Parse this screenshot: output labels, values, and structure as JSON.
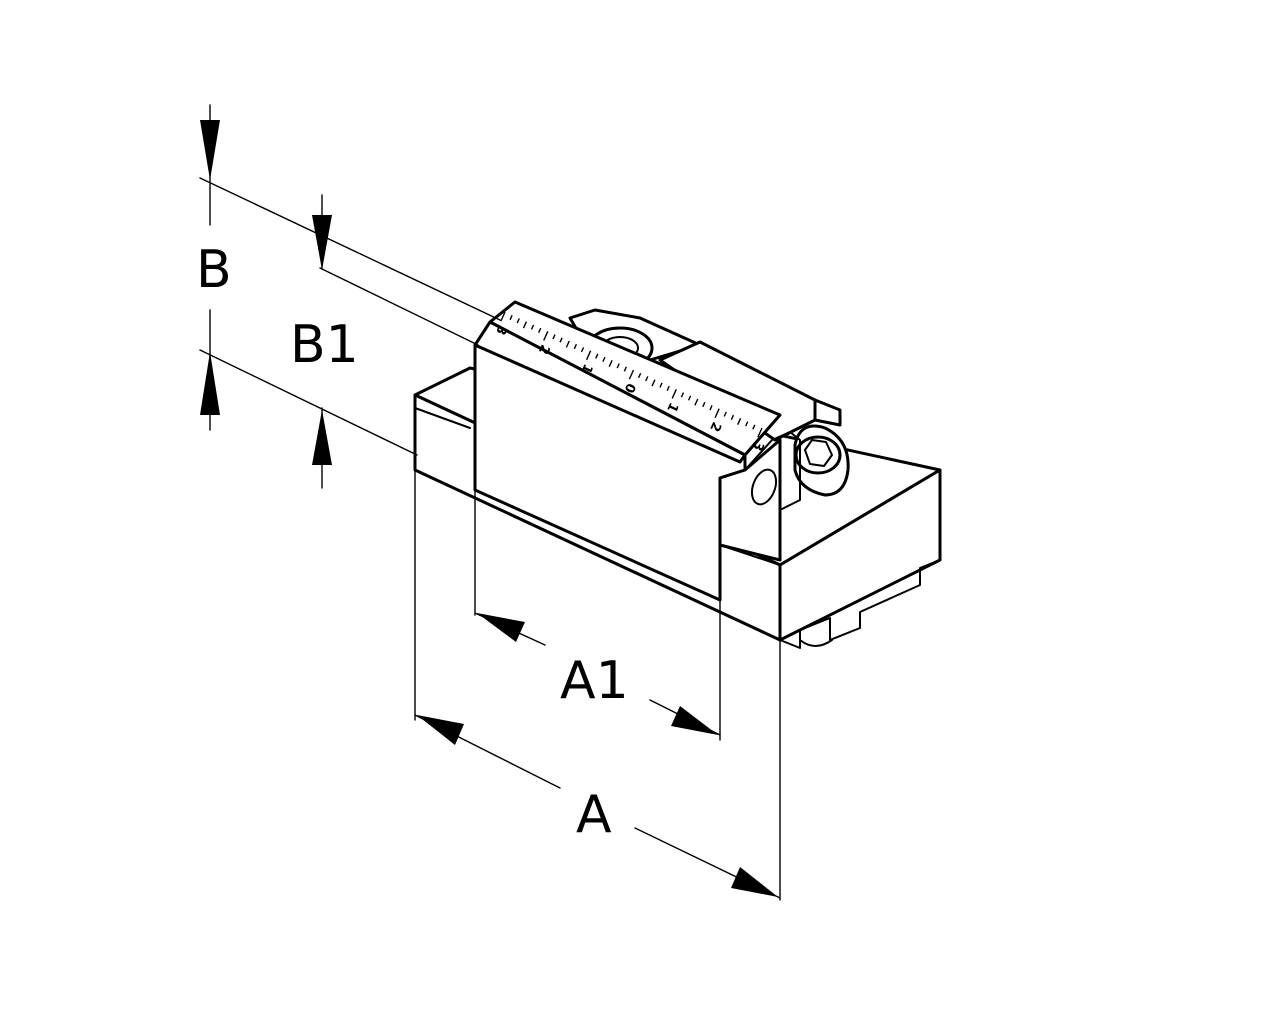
{
  "dimensions": {
    "a_label": "A",
    "a1_label": "A1",
    "b_label": "B",
    "b1_label": "B1"
  },
  "scale": {
    "numbers": [
      "3",
      "2",
      "1",
      "0",
      "1",
      "2",
      "3"
    ]
  },
  "colors": {
    "line": "#000000",
    "background": "#ffffff"
  }
}
